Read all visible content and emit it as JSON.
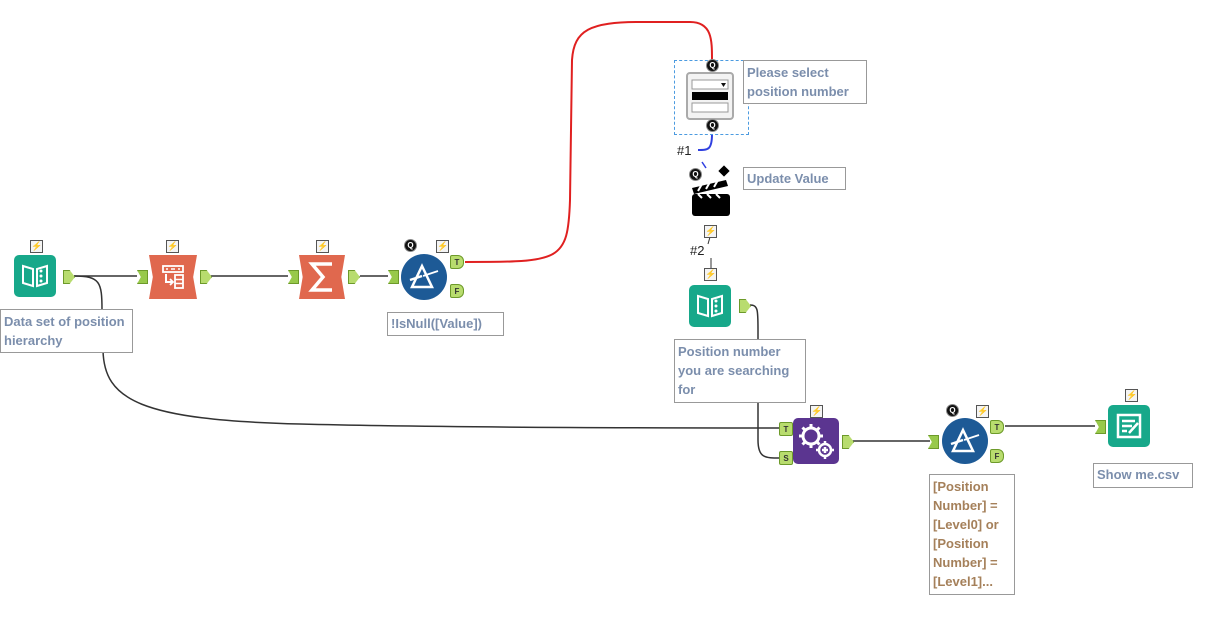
{
  "canvas": {
    "colors": {
      "wire": "#333333",
      "wire_action": "#e02020",
      "wire_question": "#3040e0",
      "input_tool": "#17a88a",
      "transform_tool": "#e0684e",
      "filter_tool": "#1d5a96",
      "macro_tool": "#5b3590",
      "annotation_text": "#7b8eac",
      "annotation_text_filter": "#a5805a"
    },
    "tools": {
      "input_data": {
        "icon": "book-input-icon",
        "annotation": "Data set of position hierarchy"
      },
      "select_records": {
        "icon": "record-transform-icon"
      },
      "summarize": {
        "icon": "sigma-icon"
      },
      "filter_1": {
        "icon": "filter-prism-icon",
        "annotation": "!IsNull([Value])",
        "anchor_true": "T",
        "anchor_false": "F"
      },
      "dropdown": {
        "icon": "dropdown-interface-icon",
        "annotation": "Please select position number"
      },
      "action": {
        "icon": "clapperboard-icon",
        "annotation": "Update Value"
      },
      "text_input": {
        "icon": "book-input-icon",
        "annotation": "Position number you are searching for"
      },
      "batch_macro": {
        "icon": "gears-macro-icon",
        "anchor_top": "T",
        "anchor_bottom": "S"
      },
      "filter_2": {
        "icon": "filter-prism-icon",
        "annotation": "[Position Number] = [Level0] or [Position Number] = [Level1]...",
        "anchor_true": "T",
        "anchor_false": "F"
      },
      "output": {
        "icon": "output-notepad-icon",
        "annotation": "Show me.csv"
      }
    },
    "connection_labels": {
      "first": "#1",
      "second": "#2"
    },
    "badges": {
      "bolt": "⚡",
      "question": "Q"
    }
  }
}
